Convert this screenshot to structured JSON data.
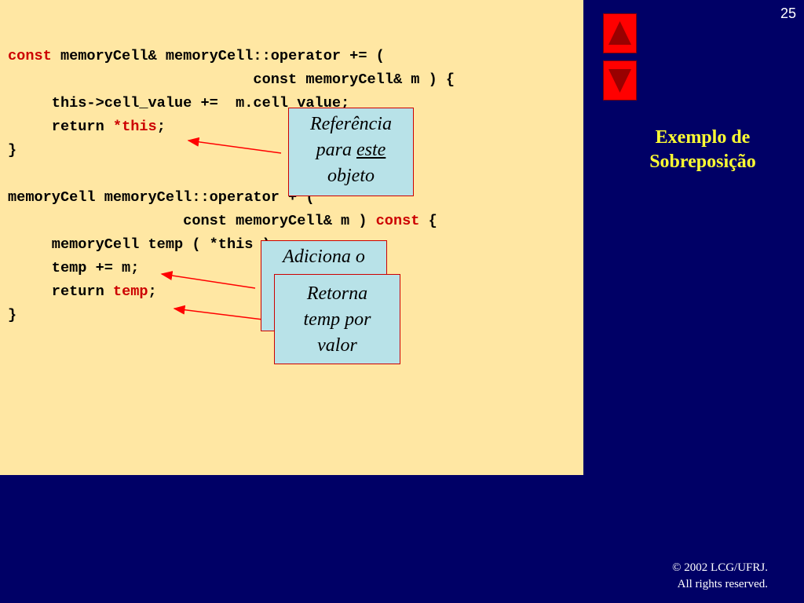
{
  "slide": {
    "page_number": "25",
    "title_line1": "Exemplo de",
    "title_line2": "Sobreposição",
    "copyright_line1": "© 2002 LCG/UFRJ.",
    "copyright_line2": "All rights reserved."
  },
  "nav": {
    "prev_icon": "triangle-up-icon",
    "next_icon": "triangle-down-icon",
    "button_color": "#FF0000"
  },
  "code": {
    "l1_kw": "const",
    "l1_rest": " memoryCell& memoryCell::operator += (",
    "l2": "                            const memoryCell& m ) {",
    "l3": "     this->cell_value +=  m.cell_value;",
    "l4_a": "     return ",
    "l4_kw": "*this",
    "l4_b": ";",
    "l5": "}",
    "l6": "",
    "l7": "memoryCell memoryCell::operator + (",
    "l8_a": "                    const memoryCell& m ) ",
    "l8_kw": "const",
    "l8_b": " {",
    "l9": "     memoryCell temp ( *this );",
    "l10": "     temp += m;",
    "l11_a": "     return ",
    "l11_kw": "temp",
    "l11_b": ";",
    "l12": "}"
  },
  "callouts": {
    "referencia_line1": "Referência",
    "referencia_line2_a": "para ",
    "referencia_line2_u": "este",
    "referencia_line3": "objeto",
    "adiciona_line1": "Adiciona o",
    "retorna_line1": "Retorna",
    "retorna_line2": "temp por",
    "retorna_line3": "valor"
  },
  "colors": {
    "background": "#000066",
    "code_panel": "#FFE7A3",
    "keyword": "#CC0000",
    "title": "#FFFF33",
    "callout_fill": "#B8E2E8",
    "arrow": "#FF0000"
  }
}
